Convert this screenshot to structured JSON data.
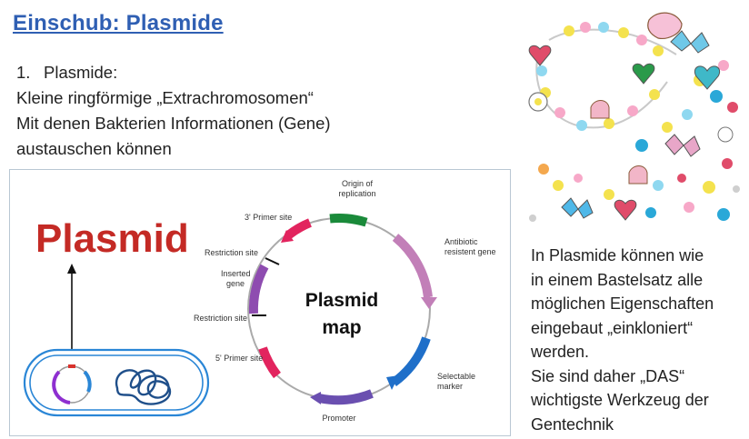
{
  "title": "Einschub: Plasmide",
  "intro": {
    "number": "1.",
    "heading": "Plasmide:",
    "lines": [
      "Kleine ringförmige „Extrachromosomen“",
      "Mit denen Bakterien Informationen (Gene)",
      "austauschen können"
    ]
  },
  "figure": {
    "big_label": "Plasmid",
    "map_title_line1": "Plasmid",
    "map_title_line2": "map",
    "labels": {
      "origin1": "Origin of",
      "origin2": "replication",
      "antibiotic1": "Antibiotic",
      "antibiotic2": "resistent gene",
      "selectable1": "Selectable",
      "selectable2": "marker",
      "promoter": "Promoter",
      "primer5": "5' Primer site",
      "restriction_a": "Restriction site",
      "inserted1": "Inserted",
      "inserted2": "gene",
      "restriction_b": "Restriction site",
      "primer3": "3' Primer site"
    },
    "colors": {
      "big_label": "#c42a25",
      "origin": "#1a8a3a",
      "antibiotic": "#c27fb8",
      "selectable": "#1f6fc9",
      "promoter": "#6a4fb0",
      "primer": "#e2245e",
      "inserted": "#8e4cb0",
      "cell_outline": "#2a86d6",
      "dna_coil": "#1f4f8a"
    }
  },
  "photo": {
    "description_icons": [
      "cupcake-charm",
      "butterfly-charm",
      "heart-charm",
      "flower-charm",
      "bead"
    ]
  },
  "note": {
    "lines": [
      "In Plasmide können wie",
      "in einem Bastelsatz alle",
      "möglichen Eigenschaften",
      "eingebaut „einkloniert“",
      "werden.",
      "Sie sind daher „DAS“",
      "wichtigste Werkzeug der",
      "Gentechnik"
    ]
  }
}
